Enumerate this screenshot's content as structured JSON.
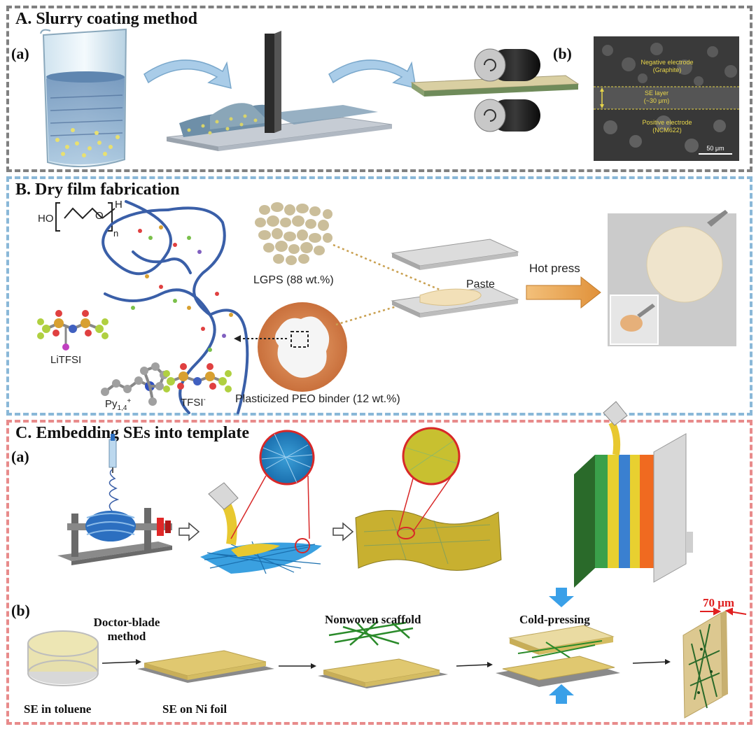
{
  "panels": {
    "a": {
      "title": "A. Slurry coating method",
      "sub_a": "(a)",
      "sub_b": "(b)",
      "sem": {
        "negative": "Negative electrode",
        "negative_sub": "(Graphite)",
        "se_layer": "SE layer",
        "se_thickness": "(~30 μm)",
        "positive": "Positive electrode",
        "positive_sub": "(NCM622)",
        "scale": "50 μm"
      }
    },
    "b": {
      "title": "B. Dry film fabrication",
      "labels": {
        "ho": "HO",
        "h": "H",
        "o": "O",
        "n": "n",
        "litfsi": "LiTFSI",
        "py14": "Py",
        "py14_sub": "1,4",
        "py14_sup": "+",
        "tfsi": "TFSI",
        "tfsi_sup": "-",
        "lgps": "LGPS (88 wt.%)",
        "peo": "Plasticized PEO binder (12 wt.%)",
        "paste": "Paste",
        "hot_press": "Hot press"
      }
    },
    "c": {
      "title": "C. Embedding SEs into template",
      "sub_a": "(a)",
      "sub_b": "(b)",
      "labels": {
        "doctor_blade_line1": "Doctor-blade",
        "doctor_blade_line2": "method",
        "nonwoven": "Nonwoven scaffold",
        "cold_pressing": "Cold-pressing",
        "thickness": "70 μm",
        "se_toluene": "SE in toluene",
        "se_ni": "SE on Ni foil"
      }
    }
  },
  "colors": {
    "border_a": "#808080",
    "border_b": "#8ab8d8",
    "border_c": "#e88b8b",
    "arrow_blue": "#a9cce8",
    "hot_press_arrow": "#e0913a",
    "polymer_blue": "#3a5fa8",
    "se_yellow": "#e8d64a",
    "measure_red": "#e02020"
  }
}
